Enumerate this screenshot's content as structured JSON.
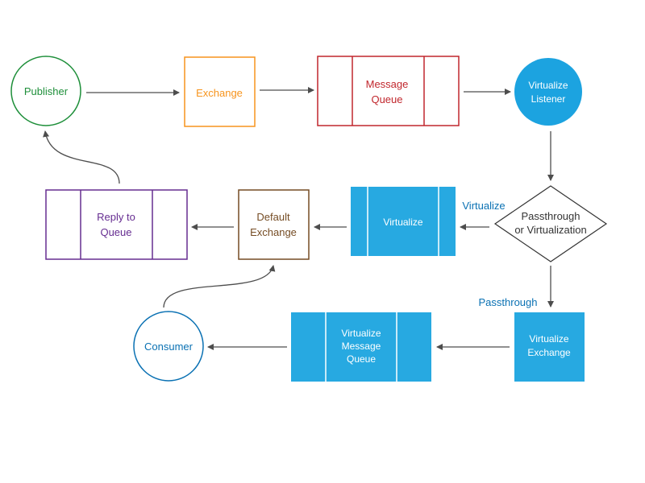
{
  "nodes": {
    "publisher": {
      "label": "Publisher",
      "color": "#1e8f3a"
    },
    "exchange": {
      "label": "Exchange",
      "color": "#f7941d"
    },
    "message_queue": {
      "line1": "Message",
      "line2": "Queue",
      "color": "#c1272d"
    },
    "virtualize_listener": {
      "line1": "Virtualize",
      "line2": "Listener",
      "color": "#1ca3e0"
    },
    "decision": {
      "line1": "Passthrough",
      "line2": "or Virtualization",
      "color": "#333333"
    },
    "virtualize": {
      "label": "Virtualize",
      "color": "#27a9e1"
    },
    "default_exchange": {
      "line1": "Default",
      "line2": "Exchange",
      "color": "#754c24"
    },
    "reply_to_queue": {
      "line1": "Reply to",
      "line2": "Queue",
      "color": "#662d91"
    },
    "virtualize_exchange": {
      "line1": "Virtualize",
      "line2": "Exchange",
      "color": "#27a9e1"
    },
    "virtualize_message_queue": {
      "line1": "Virtualize",
      "line2": "Message",
      "line3": "Queue",
      "color": "#27a9e1"
    },
    "consumer": {
      "label": "Consumer",
      "color": "#0a71b3"
    }
  },
  "edge_labels": {
    "virtualize": "Virtualize",
    "passthrough": "Passthrough"
  },
  "colors": {
    "arrow": "#4d4d4d",
    "edge_label": "#0a71b3"
  }
}
